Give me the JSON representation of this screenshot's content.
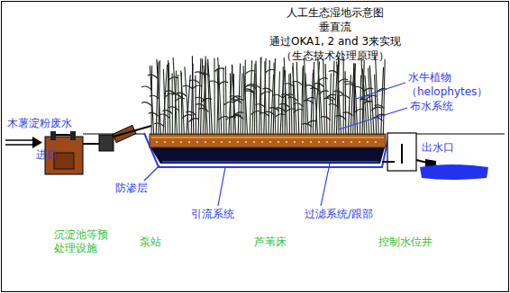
{
  "diagram": {
    "title": "人工生态湿地示意图",
    "labels": [
      "垂直流",
      "通过OKA1, 2 and 3来实现",
      "（生态技术处理原理）",
      "水牛植物",
      "（helophytes）",
      "布水系统",
      "木薯淀粉废水",
      "进口",
      "出水口",
      "防渗层",
      "引流系统",
      "过滤系统/跟部",
      "沉淀池等预处理设施",
      "泵站",
      "芦苇床",
      "控制水位井"
    ]
  }
}
